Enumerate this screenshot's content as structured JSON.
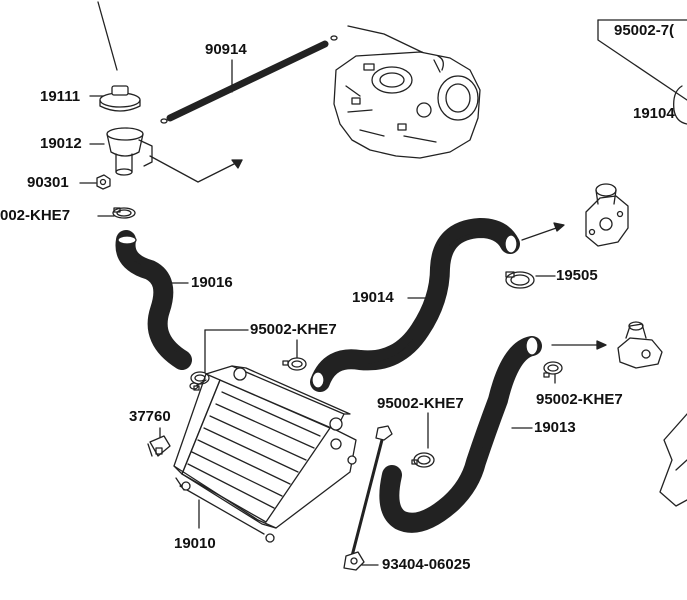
{
  "labels": {
    "p90914": "90914",
    "p19111": "19111",
    "p19012": "19012",
    "p90301": "90301",
    "p95002_top_left": "002-KHE7",
    "p19016": "19016",
    "p95002_top_right": "95002-7(",
    "p19104": "19104",
    "p19505": "19505",
    "p19014": "19014",
    "p95002_mid_left": "95002-KHE7",
    "p37760": "37760",
    "p95002_center": "95002-KHE7",
    "p95002_right": "95002-KHE7",
    "p19013": "19013",
    "p19010": "19010",
    "p93404": "93404-06025"
  },
  "colors": {
    "line": "#222222",
    "background": "#ffffff",
    "part_fill": "#ffffff",
    "shade": "#e6e6e6"
  }
}
